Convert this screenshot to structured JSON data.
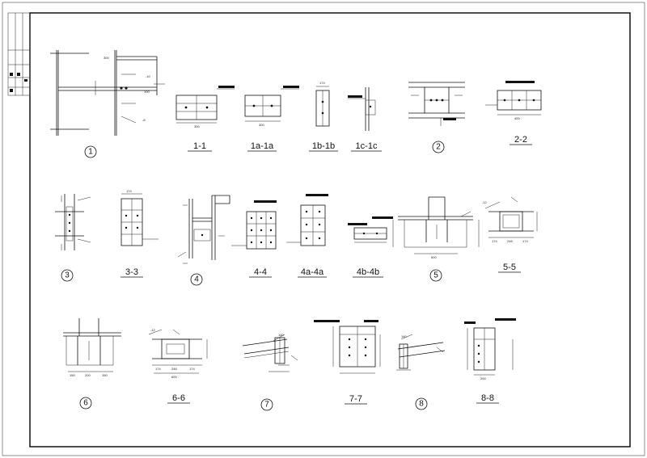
{
  "details": [
    {
      "id": "d1",
      "label": "1"
    },
    {
      "id": "s1",
      "label": "1-1"
    },
    {
      "id": "s1a",
      "label": "1a-1a"
    },
    {
      "id": "s1b",
      "label": "1b-1b"
    },
    {
      "id": "s1c",
      "label": "1c-1c"
    },
    {
      "id": "d2",
      "label": "2"
    },
    {
      "id": "s2",
      "label": "2-2"
    },
    {
      "id": "d3",
      "label": "3"
    },
    {
      "id": "s3",
      "label": "3-3"
    },
    {
      "id": "d4",
      "label": "4"
    },
    {
      "id": "s4",
      "label": "4-4"
    },
    {
      "id": "s4a",
      "label": "4a-4a"
    },
    {
      "id": "s4b",
      "label": "4b-4b"
    },
    {
      "id": "d5",
      "label": "5"
    },
    {
      "id": "s5",
      "label": "5-5"
    },
    {
      "id": "d6",
      "label": "6"
    },
    {
      "id": "s6",
      "label": "6-6"
    },
    {
      "id": "d7",
      "label": "7"
    },
    {
      "id": "s7",
      "label": "7-7"
    },
    {
      "id": "d8",
      "label": "8"
    },
    {
      "id": "s8",
      "label": "8-8"
    }
  ],
  "dims": {
    "d1_300": "300",
    "d1_100": "100",
    "s1_bot": "300",
    "s1a_bot": "300",
    "s1b_top": "174",
    "s2_bot": "400",
    "s3_top": "174",
    "s5_bot": "600",
    "s5_left": "174",
    "s5_mid": "246",
    "s5_right": "174",
    "s6_left": "174",
    "s6_mid": "246",
    "s6_right": "174",
    "s6_bot": "600",
    "d6_150a": "150",
    "d6_200": "200",
    "d6_150b": "150",
    "d7_top": "140",
    "d8_top": "140",
    "s8_bot": "200"
  },
  "callouts": {
    "c_t10": "-10",
    "c_t8": "-8",
    "c_t12": "-12"
  },
  "colors": {
    "ink": "#111111",
    "paper": "#ffffff"
  }
}
